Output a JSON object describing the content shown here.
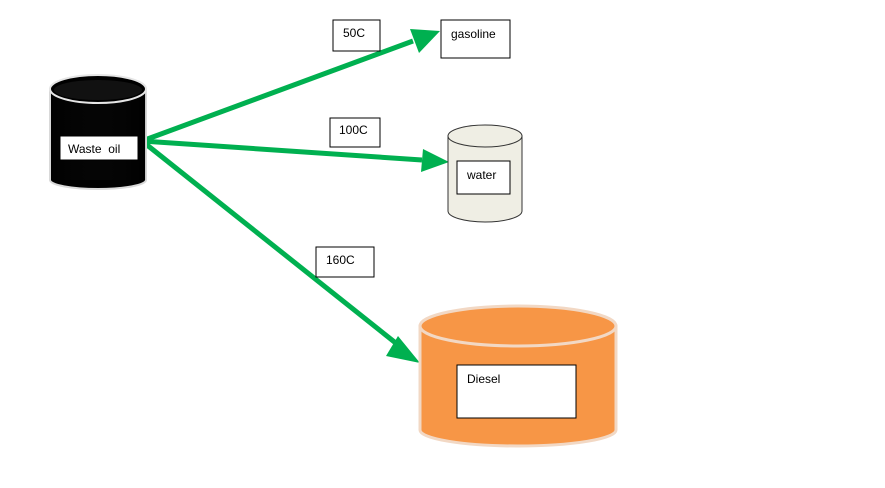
{
  "containers": {
    "waste_oil": {
      "label": "Waste  oil",
      "color": "#000000"
    },
    "gasoline": {
      "label": "gasoline"
    },
    "water": {
      "label": "water",
      "color": "#efeee4"
    },
    "diesel": {
      "label": "Diesel",
      "color": "#f79646"
    }
  },
  "flows": [
    {
      "temperature": "50C",
      "target": "gasoline"
    },
    {
      "temperature": "100C",
      "target": "water"
    },
    {
      "temperature": "160C",
      "target": "diesel"
    }
  ],
  "colors": {
    "arrow": "#00b050"
  }
}
